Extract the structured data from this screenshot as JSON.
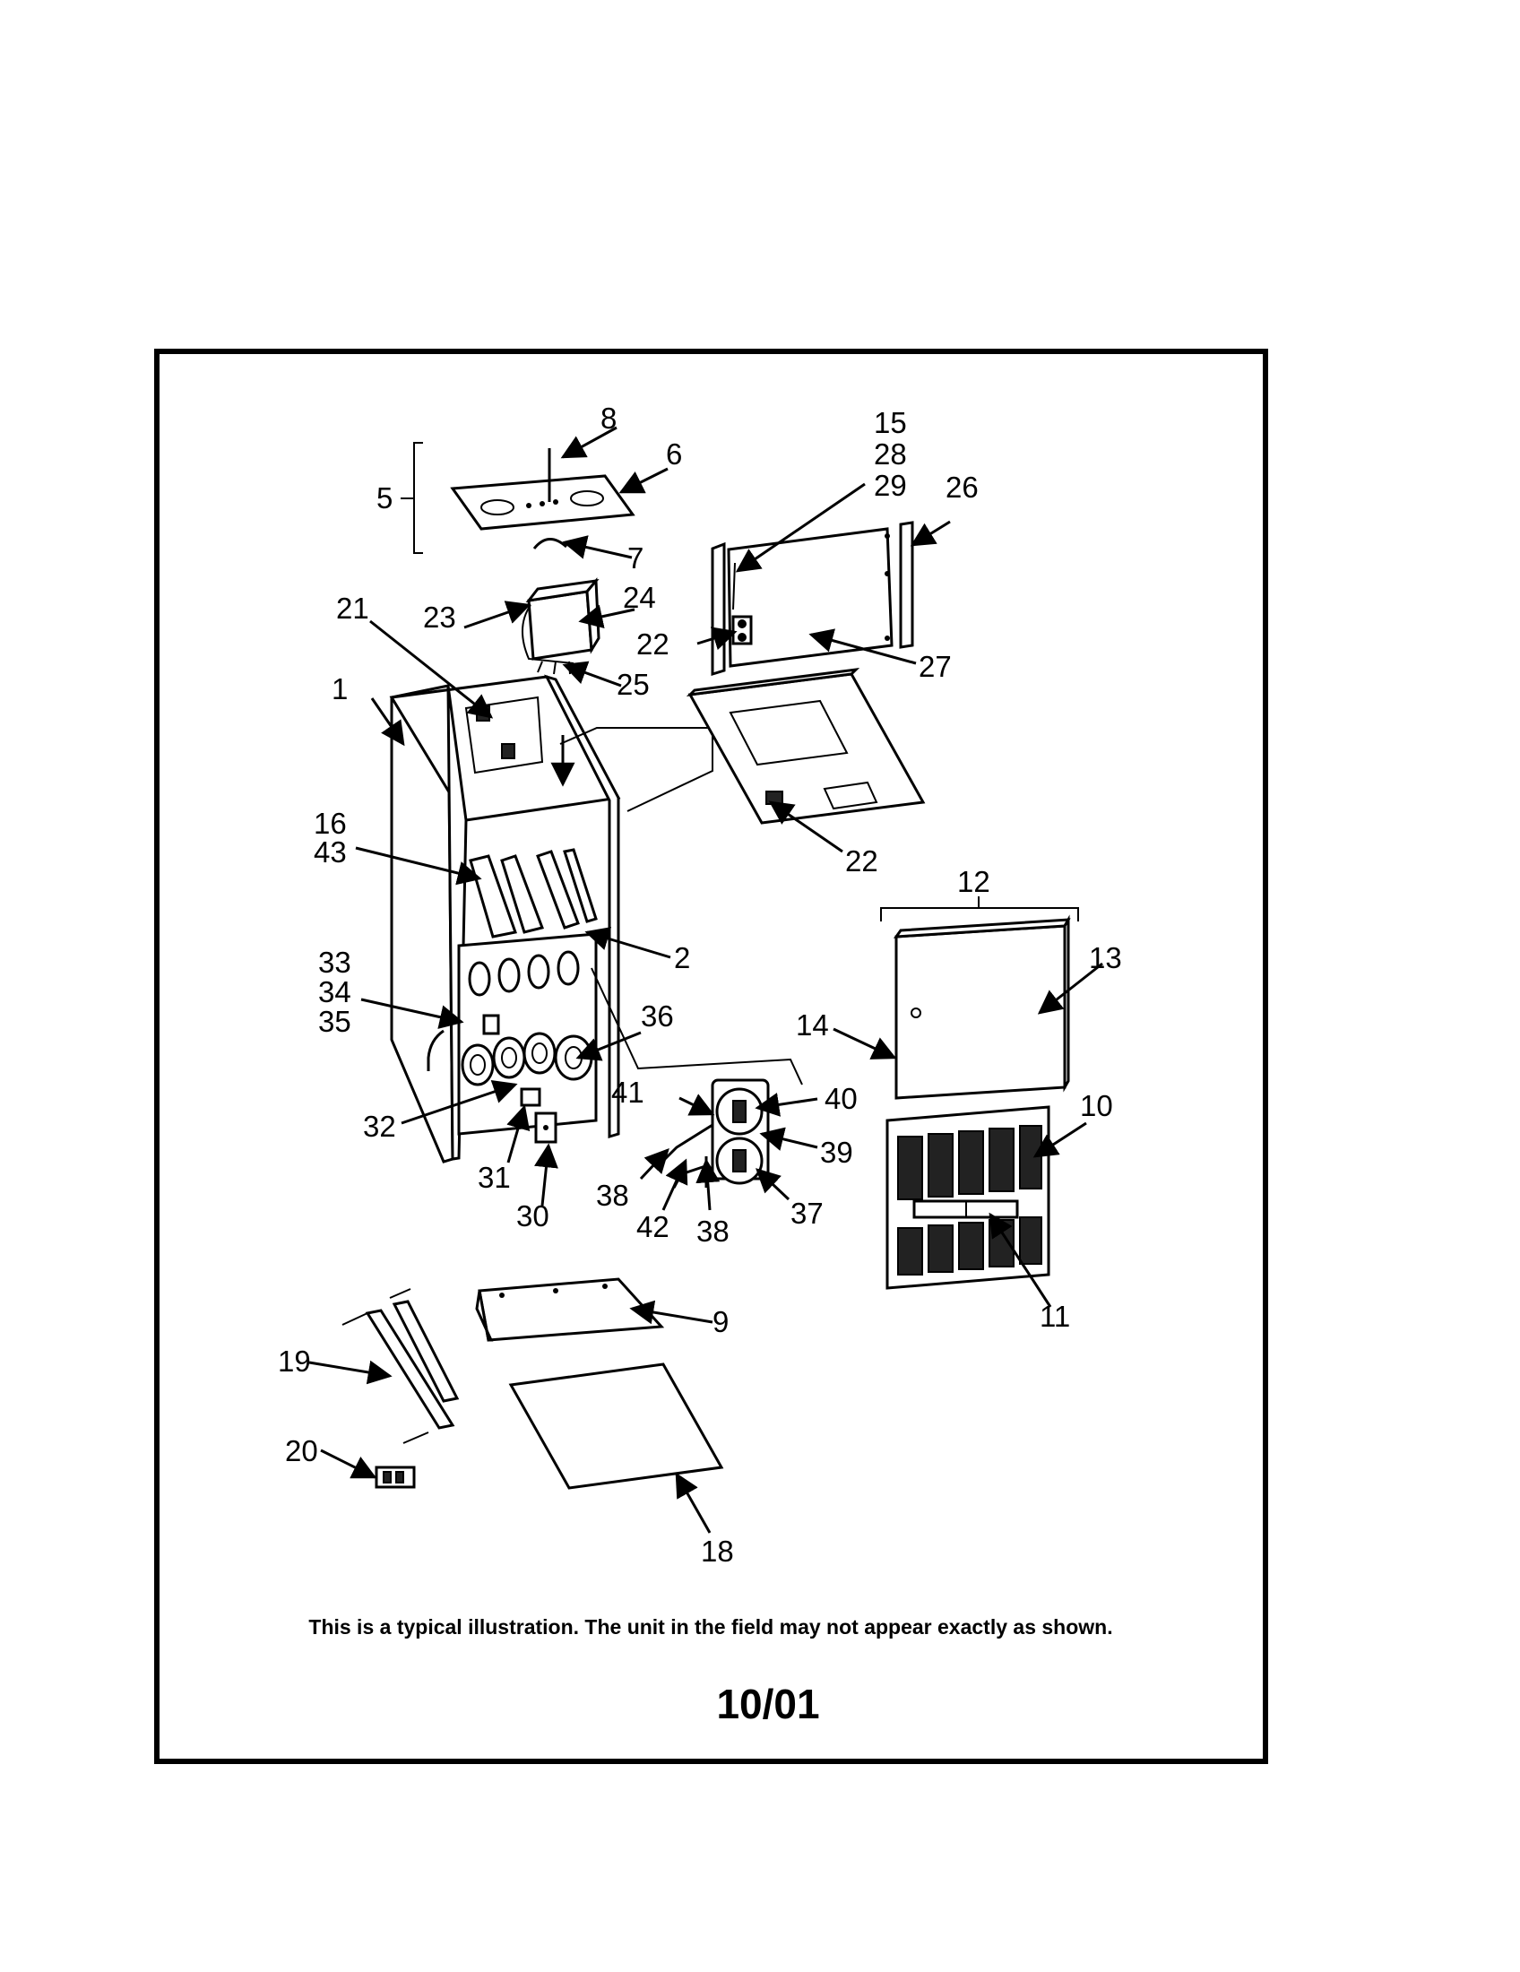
{
  "labels": {
    "l1": "1",
    "l2": "2",
    "l5": "5",
    "l6": "6",
    "l7": "7",
    "l8": "8",
    "l9": "9",
    "l10": "10",
    "l11": "11",
    "l12": "12",
    "l13": "13",
    "l14": "14",
    "l15": "15",
    "l16": "16",
    "l18": "18",
    "l19": "19",
    "l20": "20",
    "l21": "21",
    "l22a": "22",
    "l22b": "22",
    "l23": "23",
    "l24": "24",
    "l25": "25",
    "l26": "26",
    "l27": "27",
    "l28": "28",
    "l29": "29",
    "l30": "30",
    "l31": "31",
    "l32": "32",
    "l33": "33",
    "l34": "34",
    "l35": "35",
    "l36": "36",
    "l37": "37",
    "l38a": "38",
    "l38b": "38",
    "l39": "39",
    "l40": "40",
    "l41": "41",
    "l42": "42",
    "l43": "43"
  },
  "footer": {
    "disclaimer": "This is a typical illustration.  The unit in the field may not appear exactly as shown.",
    "date_code": "10/01"
  }
}
